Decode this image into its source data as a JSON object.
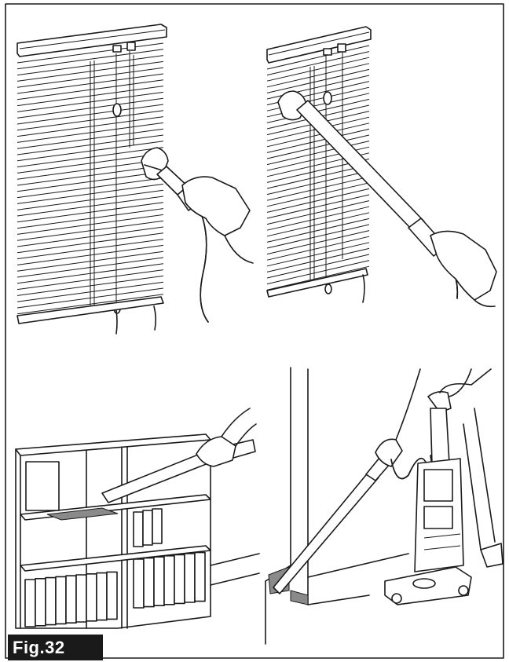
{
  "figure": {
    "label": "Fig.32",
    "panels": [
      {
        "id": "top-left",
        "subject": "blinds-dusting-brush"
      },
      {
        "id": "top-right",
        "subject": "blinds-extension-wand"
      },
      {
        "id": "bottom-left",
        "subject": "bookshelf-crevice-tool"
      },
      {
        "id": "bottom-right",
        "subject": "upright-vacuum-corner"
      }
    ],
    "colors": {
      "ink": "#1a1a1a",
      "paper": "#ffffff",
      "label_bg": "#1a1a1a",
      "label_text": "#ffffff",
      "shadow": "#8a8a8a"
    }
  }
}
